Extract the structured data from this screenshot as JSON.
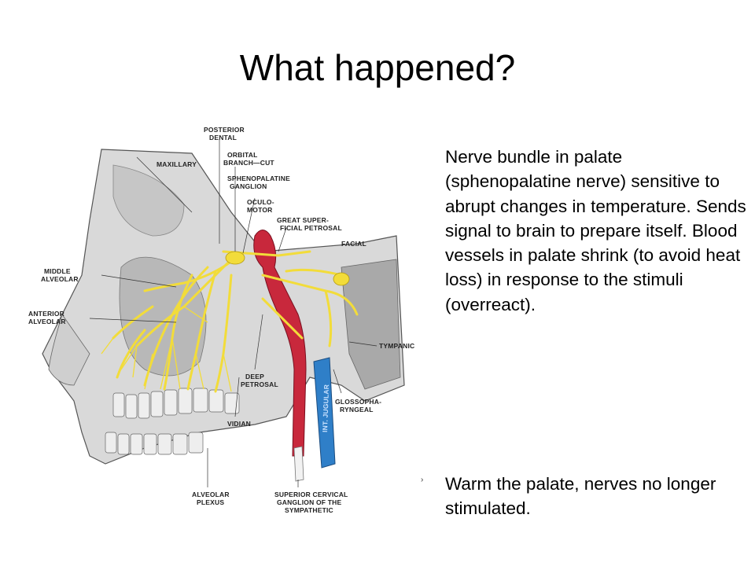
{
  "slide": {
    "title": "What happened?",
    "paragraph": "Nerve bundle in palate (sphenopalatine nerve) sensitive to abrupt changes in temperature. Sends signal to brain to prepare itself.  Blood vessels in palate shrink (to avoid heat loss) in response to the stimuli (overreact).",
    "bullet": "Warm the palate, nerves no longer stimulated.",
    "bullet_marker": "›"
  },
  "figure": {
    "labels": {
      "posterior_dental_1": "POSTERIOR",
      "posterior_dental_2": "DENTAL",
      "orbital_1": "ORBITAL",
      "orbital_2": "BRANCH—CUT",
      "sphenopalatine_1": "SPHENOPALATINE",
      "sphenopalatine_2": "GANGLION",
      "maxillary": "MAXILLARY",
      "oculomotor_1": "OCULO-",
      "oculomotor_2": "MOTOR",
      "great_super_1": "GREAT SUPER-",
      "great_super_2": "FICIAL PETROSAL",
      "facial": "FACIAL",
      "middle_alveolar_1": "MIDDLE",
      "middle_alveolar_2": "ALVEOLAR",
      "anterior_alveolar_1": "ANTERIOR",
      "anterior_alveolar_2": "ALVEOLAR",
      "tympanic": "TYMPANIC",
      "deep_petrosal_1": "DEEP",
      "deep_petrosal_2": "PETROSAL",
      "vidian": "VIDIAN",
      "glossopharyngeal_1": "GLOSSOPHA-",
      "glossopharyngeal_2": "RYNGEAL",
      "alveolar_plexus_1": "ALVEOLAR",
      "alveolar_plexus_2": "PLEXUS",
      "superior_cervical_1": "SUPERIOR CERVICAL",
      "superior_cervical_2": "GANGLION OF THE",
      "superior_cervical_3": "SYMPATHETIC",
      "int_jugular": "INT. JUGULAR"
    },
    "colors": {
      "nerve": "#f2dc3a",
      "artery": "#c8283c",
      "vein": "#2f7fc8",
      "bone": "#d9d9d9",
      "bone_shade": "#9a9a9a"
    }
  }
}
